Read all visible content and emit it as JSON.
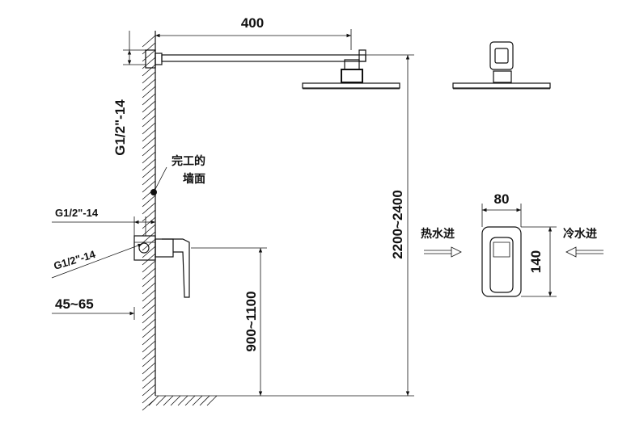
{
  "dimensions": {
    "arm_length": "400",
    "thread_arm_vertical": "G1/2\"-14",
    "thread_top": "G1/2\"-14",
    "thread_diag": "G1/2\"-14",
    "wall_depth": "45~65",
    "valve_height": "900~1100",
    "shower_height": "2200~2400",
    "valve_width": "80",
    "valve_height_plate": "140"
  },
  "labels": {
    "finished_wall_line1": "完工的",
    "finished_wall_line2": "墙面",
    "hot_inlet": "热水进",
    "cold_inlet": "冷水进"
  },
  "colors": {
    "line": "#111111",
    "background": "#ffffff"
  }
}
